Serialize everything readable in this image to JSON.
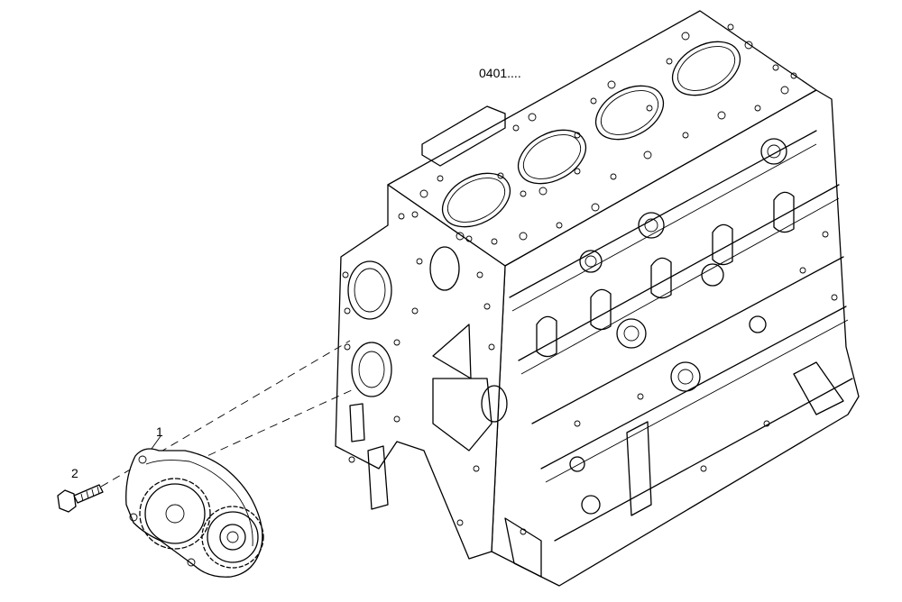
{
  "diagram": {
    "reference_code": "0401....",
    "callouts": [
      {
        "number": "1",
        "part": "oil-pump"
      },
      {
        "number": "2",
        "part": "bolt"
      }
    ]
  },
  "colors": {
    "line": "#000000",
    "background": "#ffffff"
  }
}
